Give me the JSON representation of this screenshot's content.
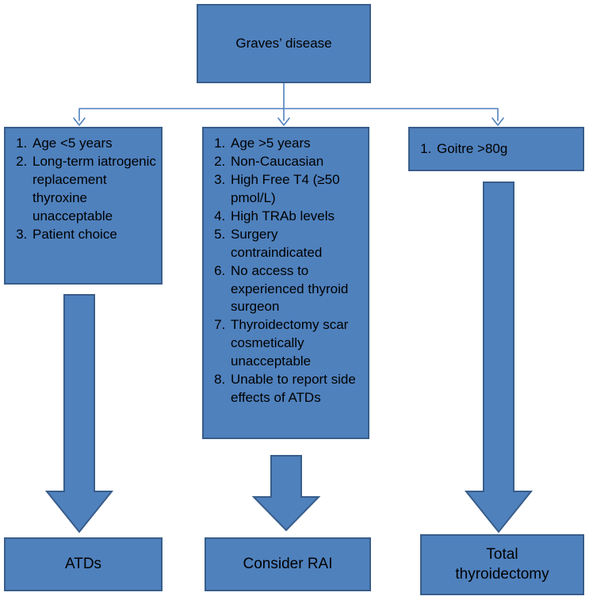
{
  "colors": {
    "background": "#ffffff",
    "box_fill": "#4f81bd",
    "box_border": "#385d8a",
    "connector": "#4f81bd",
    "text": "#000000"
  },
  "nodes": {
    "root": "Graves’ disease",
    "outcome_atd": "ATDs",
    "outcome_rai": "Consider RAI",
    "outcome_surgery": "Total thyroidectomy"
  },
  "criteria": {
    "atd": [
      "Age <5 years",
      "Long-term iatrogenic replacement thyroxine unacceptable",
      "Patient choice"
    ],
    "rai": [
      "Age >5 years",
      "Non-Caucasian",
      "High Free T4 (≥50 pmol/L)",
      "High TRAb levels",
      "Surgery contraindicated",
      "No access to experienced thyroid surgeon",
      "Thyroidectomy scar cosmetically unacceptable",
      "Unable to report side effects of ATDs"
    ],
    "surgery": [
      "Goitre >80g"
    ]
  },
  "icons": {
    "down_arrow": "block-down-arrow",
    "connector_arrowhead": "open-chevron-arrowhead"
  }
}
